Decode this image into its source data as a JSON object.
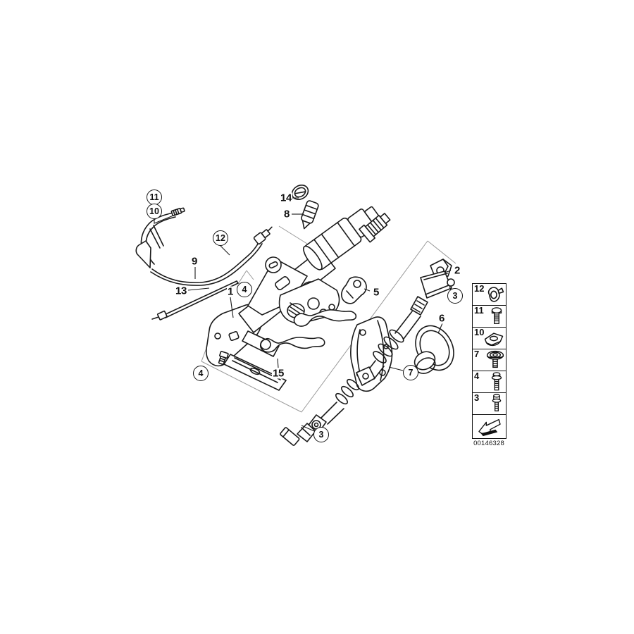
{
  "diagram_type": "exploded-parts-diagram-steering-column",
  "callouts": [
    {
      "label": "11",
      "shape": "circled"
    },
    {
      "label": "10",
      "shape": "circled"
    },
    {
      "label": "14",
      "shape": "plain"
    },
    {
      "label": "8",
      "shape": "plain"
    },
    {
      "label": "12",
      "shape": "circled"
    },
    {
      "label": "9",
      "shape": "plain"
    },
    {
      "label": "13",
      "shape": "plain"
    },
    {
      "label": "1",
      "shape": "plain"
    },
    {
      "label": "4",
      "shape": "circled"
    },
    {
      "label": "5",
      "shape": "plain"
    },
    {
      "label": "2",
      "shape": "plain"
    },
    {
      "label": "3",
      "shape": "circled"
    },
    {
      "label": "6",
      "shape": "plain"
    },
    {
      "label": "7",
      "shape": "circled"
    },
    {
      "label": "4",
      "shape": "circled"
    },
    {
      "label": "15",
      "shape": "plain"
    },
    {
      "label": "3",
      "shape": "circled"
    }
  ],
  "legend": {
    "rows": [
      {
        "num": "12",
        "icon": "cable-clip-icon"
      },
      {
        "num": "11",
        "icon": "hex-bolt-icon"
      },
      {
        "num": "10",
        "icon": "clip-nut-icon"
      },
      {
        "num": "7",
        "icon": "washer-screw-icon"
      },
      {
        "num": "4",
        "icon": "flange-bolt-icon"
      },
      {
        "num": "3",
        "icon": "stud-bolt-icon"
      }
    ],
    "arrow_icon": "direction-arrow-icon",
    "drawing_number": "00146328"
  },
  "colors": {
    "line": "#1a1a1a",
    "projection_line": "#9a9a9a",
    "background": "#ffffff"
  }
}
